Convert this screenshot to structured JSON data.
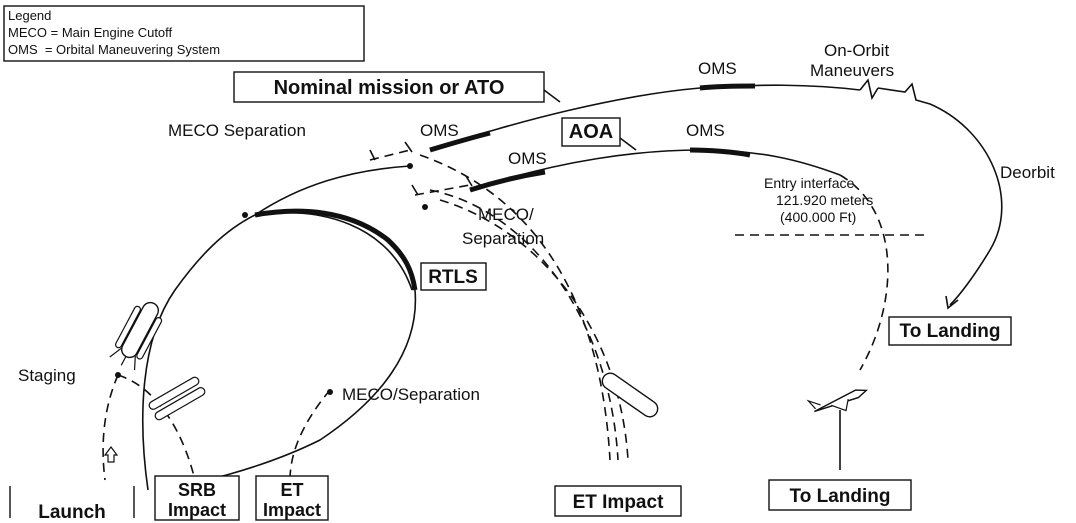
{
  "legend": {
    "title": "Legend",
    "line1": "MECO = Main Engine Cutoff",
    "line2": "OMS  = Orbital Maneuvering System"
  },
  "labels": {
    "nominal": "Nominal mission or ATO",
    "aoa": "AOA",
    "rtls": "RTLS",
    "to_landing_right": "To Landing",
    "to_landing_bottom": "To Landing",
    "et_impact_bottom": "ET Impact",
    "launch": "Launch",
    "srb_impact_1": "SRB",
    "srb_impact_2": "Impact",
    "et_impact_1": "ET",
    "et_impact_2": "Impact",
    "oms_top_right": "OMS",
    "oms_upper": "OMS",
    "oms_middle": "OMS",
    "oms_aoa": "OMS",
    "on_orbit_1": "On-Orbit",
    "on_orbit_2": "Maneuvers",
    "deorbit": "Deorbit",
    "meco_sep_top": "MECO Separation",
    "meco_sep_mid_1": "MECO/",
    "meco_sep_mid_2": "Separation",
    "meco_sep_low": "MECO/Separation",
    "staging": "Staging",
    "entry_1": "Entry interface.",
    "entry_2": "121.920 meters",
    "entry_3": "(400.000 Ft)"
  }
}
